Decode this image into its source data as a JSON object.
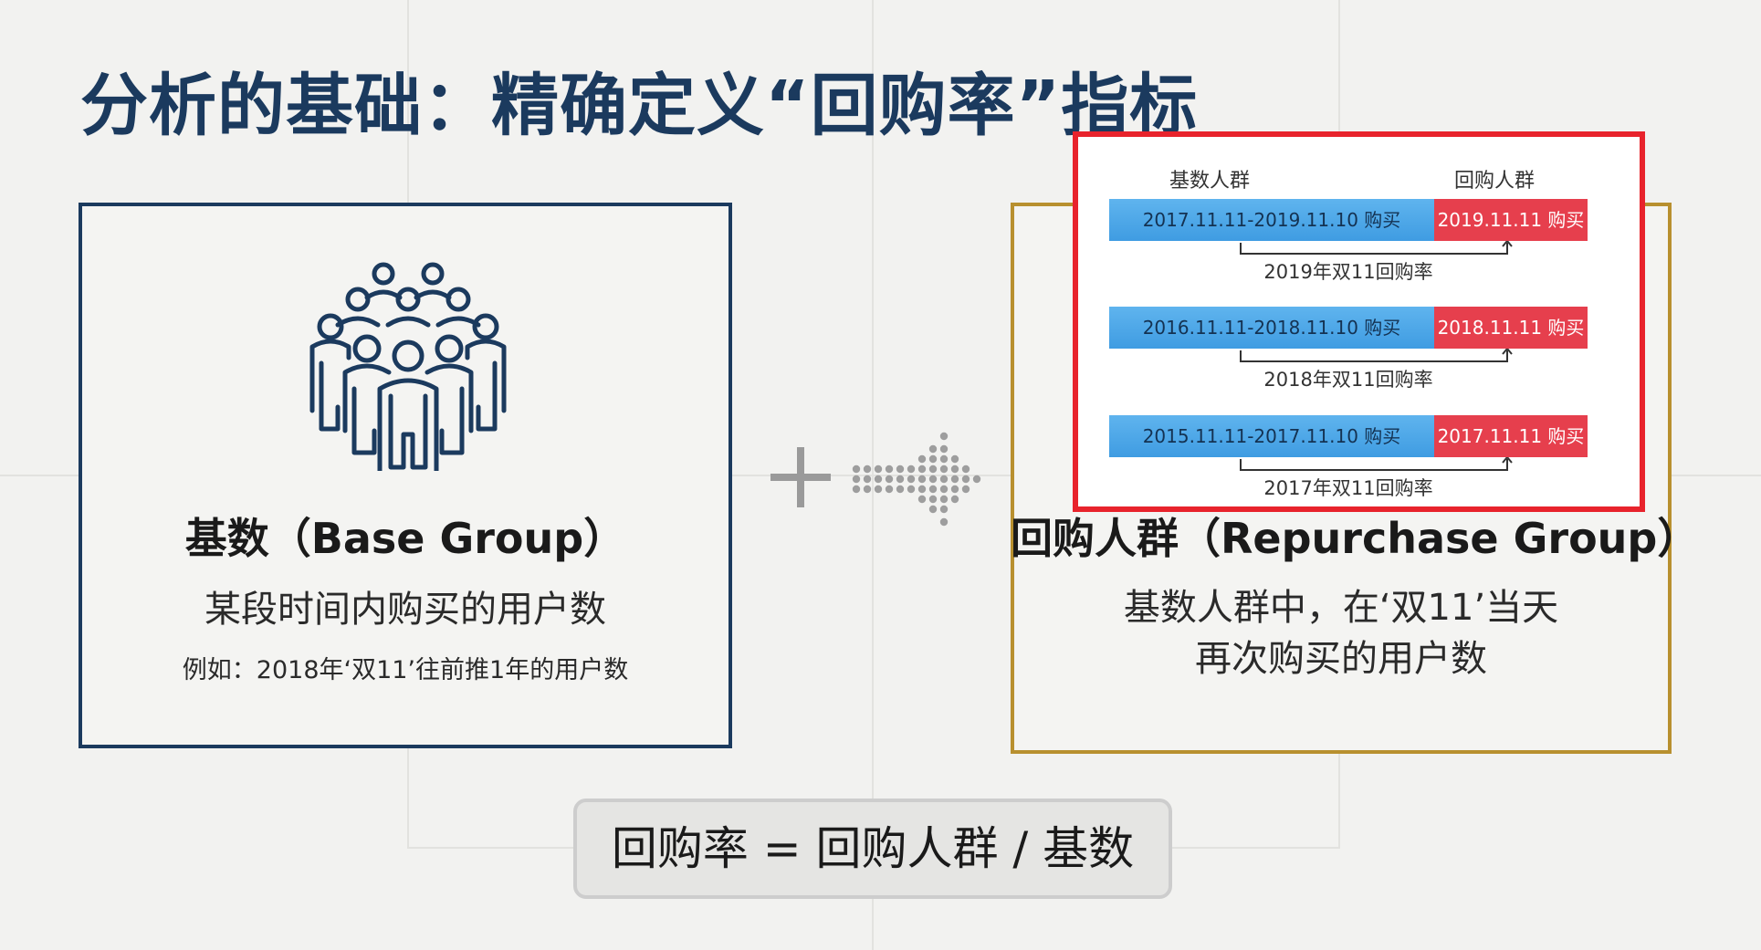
{
  "title": "分析的基础：精确定义“回购率”指标",
  "base": {
    "icon": "group-of-people-icon",
    "label": "基数（Base Group）",
    "description": "某段时间内购买的用户数",
    "example": "例如：2018年‘双11’往前推1年的用户数"
  },
  "repurchase": {
    "label": "回购人群（Repurchase Group）",
    "description_line1": "基数人群中，在‘双11’当天",
    "description_line2": "再次购买的用户数"
  },
  "operators": {
    "plus_icon": "plus-icon",
    "arrow_icon": "dotted-arrow-right-icon"
  },
  "formula": "回购率 = 回购人群 / 基数",
  "inset": {
    "header_base": "基数人群",
    "header_repurchase": "回购人群",
    "rows": [
      {
        "base_period": "2017.11.11-2019.11.10 购买",
        "repurchase_day": "2019.11.11 购买",
        "label": "2019年双11回购率"
      },
      {
        "base_period": "2016.11.11-2018.11.10 购买",
        "repurchase_day": "2018.11.11 购买",
        "label": "2018年双11回购率"
      },
      {
        "base_period": "2015.11.11-2017.11.10 购买",
        "repurchase_day": "2017.11.11 购买",
        "label": "2017年双11回购率"
      }
    ]
  },
  "colors": {
    "title": "#1b3a5e",
    "base_border": "#1b3a5e",
    "repurchase_border": "#b8902f",
    "inset_border": "#e8232c",
    "bar_blue": "#3f9ce2",
    "bar_red": "#e63f4d"
  }
}
